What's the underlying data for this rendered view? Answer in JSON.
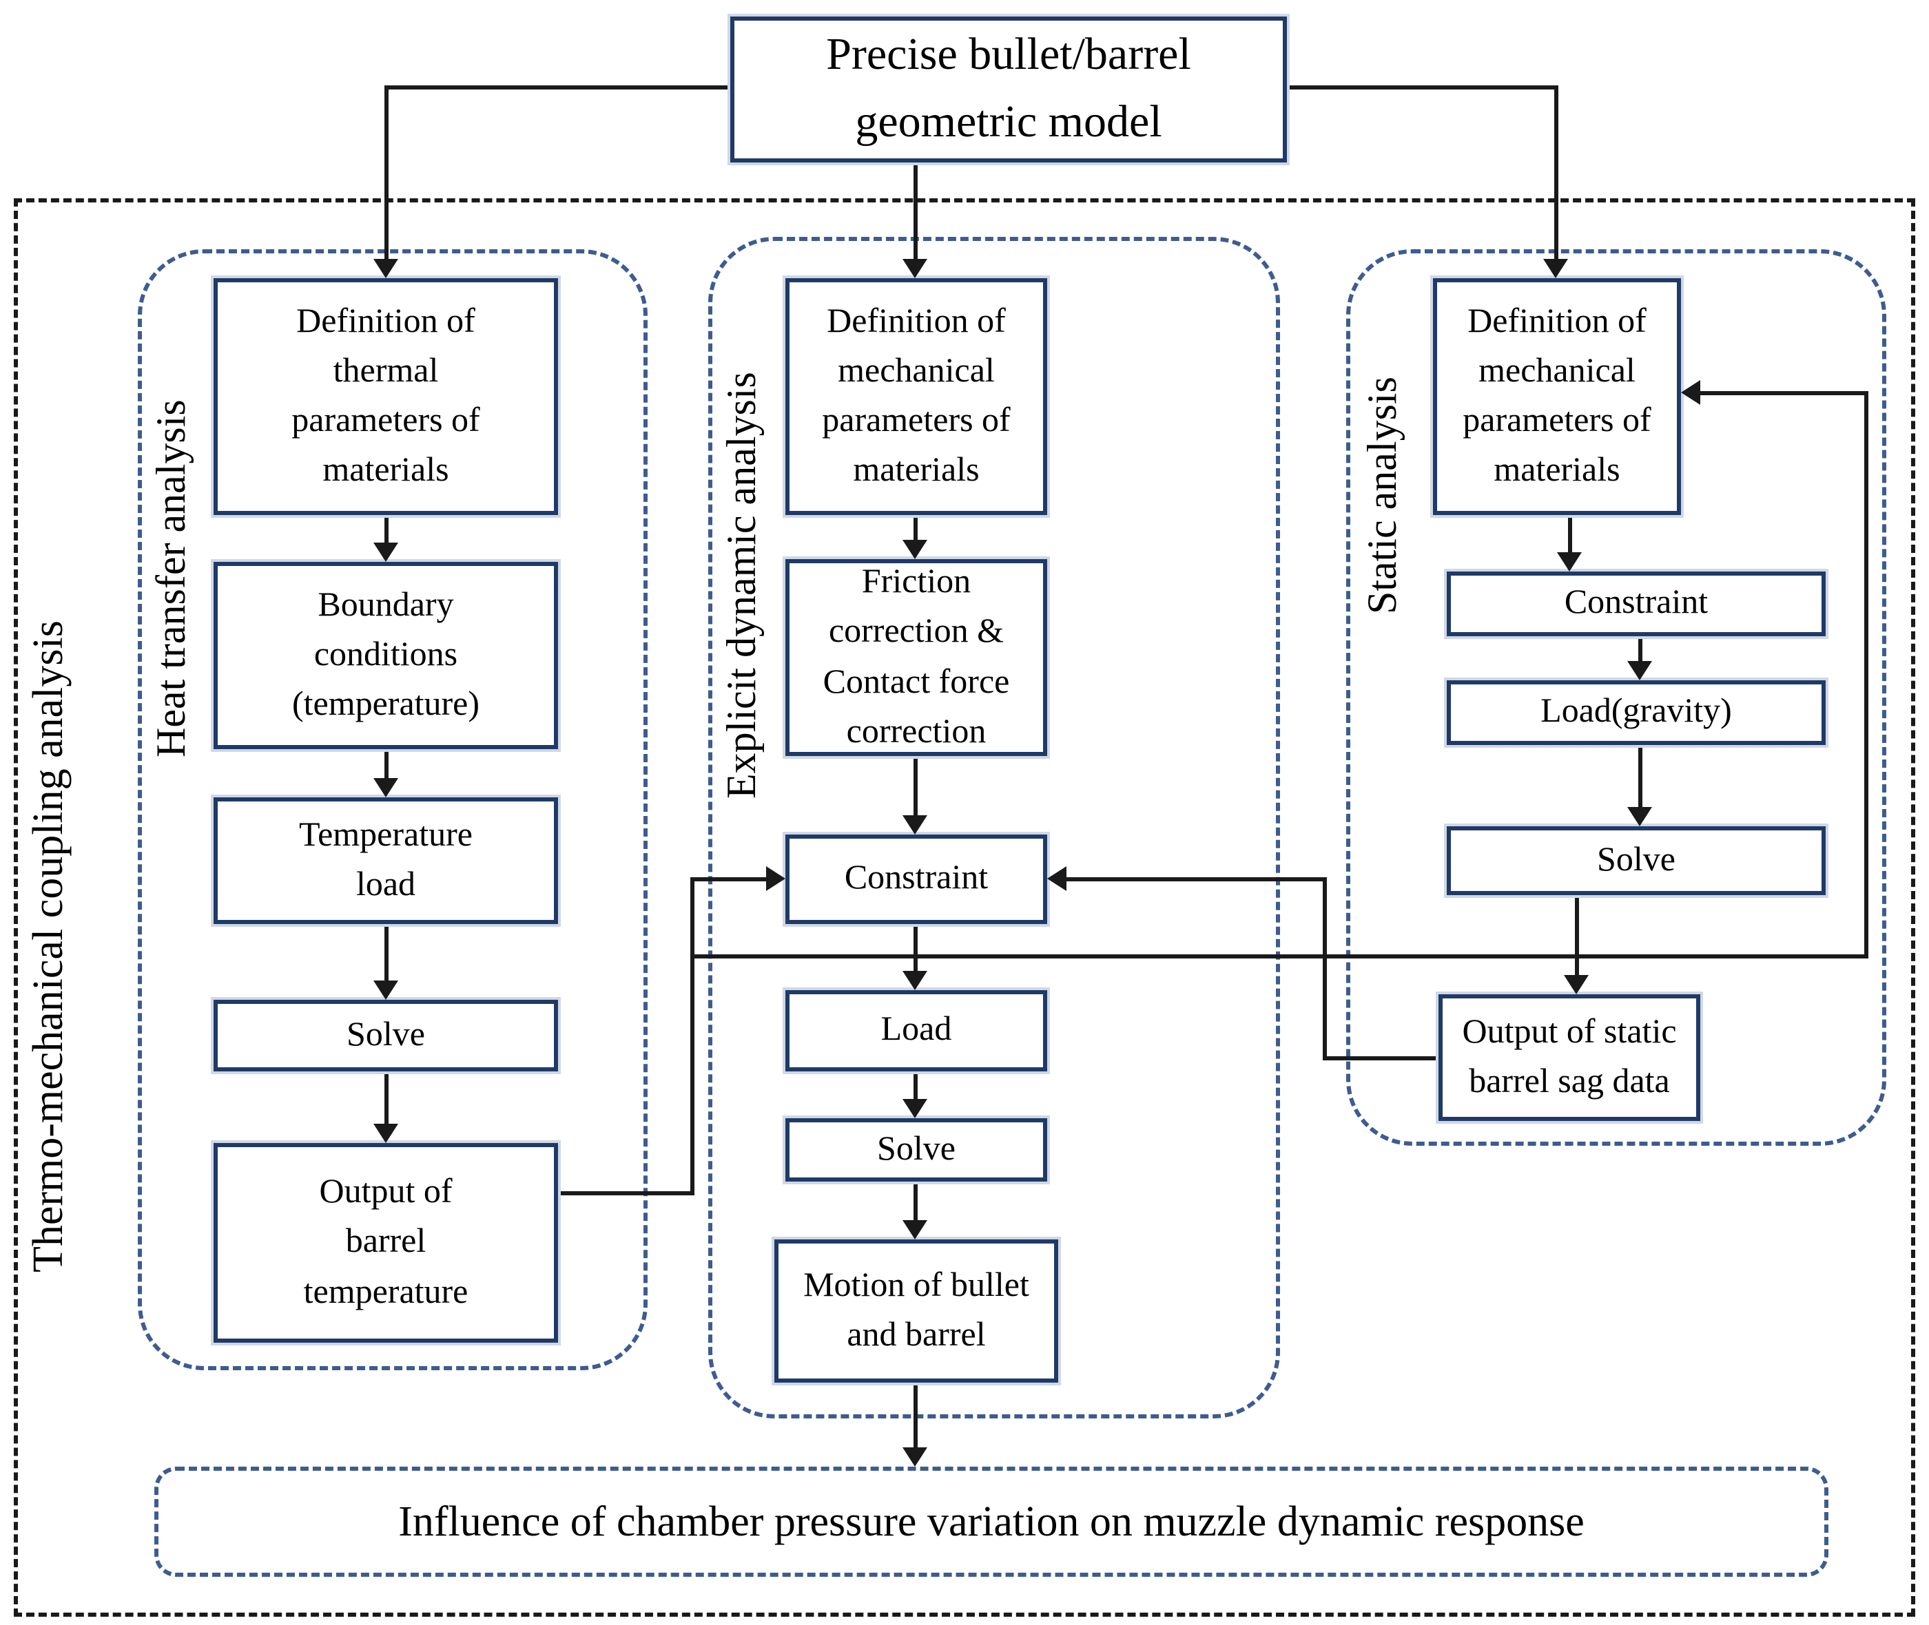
{
  "title_box": {
    "label": "Precise bullet/barrel\ngeometric model"
  },
  "outer": {
    "label": "Thermo-mechanical coupling analysis"
  },
  "columns": {
    "heat": {
      "label": "Heat transfer analysis",
      "nodes": {
        "definition": "Definition of\nthermal\nparameters of\nmaterials",
        "boundary": "Boundary\nconditions\n(temperature)",
        "temperature_load": "Temperature\nload",
        "solve": "Solve",
        "output": "Output of\nbarrel\ntemperature"
      }
    },
    "dynamic": {
      "label": "Explicit dynamic analysis",
      "nodes": {
        "definition": "Definition of\nmechanical\nparameters of\nmaterials",
        "friction": "Friction\ncorrection &\nContact force\ncorrection",
        "constraint": "Constraint",
        "load": "Load",
        "solve": "Solve",
        "motion": "Motion of bullet\nand barrel"
      }
    },
    "static": {
      "label": "Static analysis",
      "nodes": {
        "definition": "Definition of\nmechanical\nparameters of\nmaterials",
        "constraint": "Constraint",
        "load": "Load(gravity)",
        "solve": "Solve",
        "output": "Output of static\nbarrel sag data"
      }
    }
  },
  "bottom_box": {
    "label": "Influence of chamber pressure variation on muzzle dynamic response"
  },
  "colors": {
    "node_border": "#1f3a66",
    "dashed_blue": "#3d5c90",
    "dashed_black": "#1a1a1a",
    "line": "#1a1a1a",
    "text": "#000000",
    "background": "#ffffff"
  }
}
